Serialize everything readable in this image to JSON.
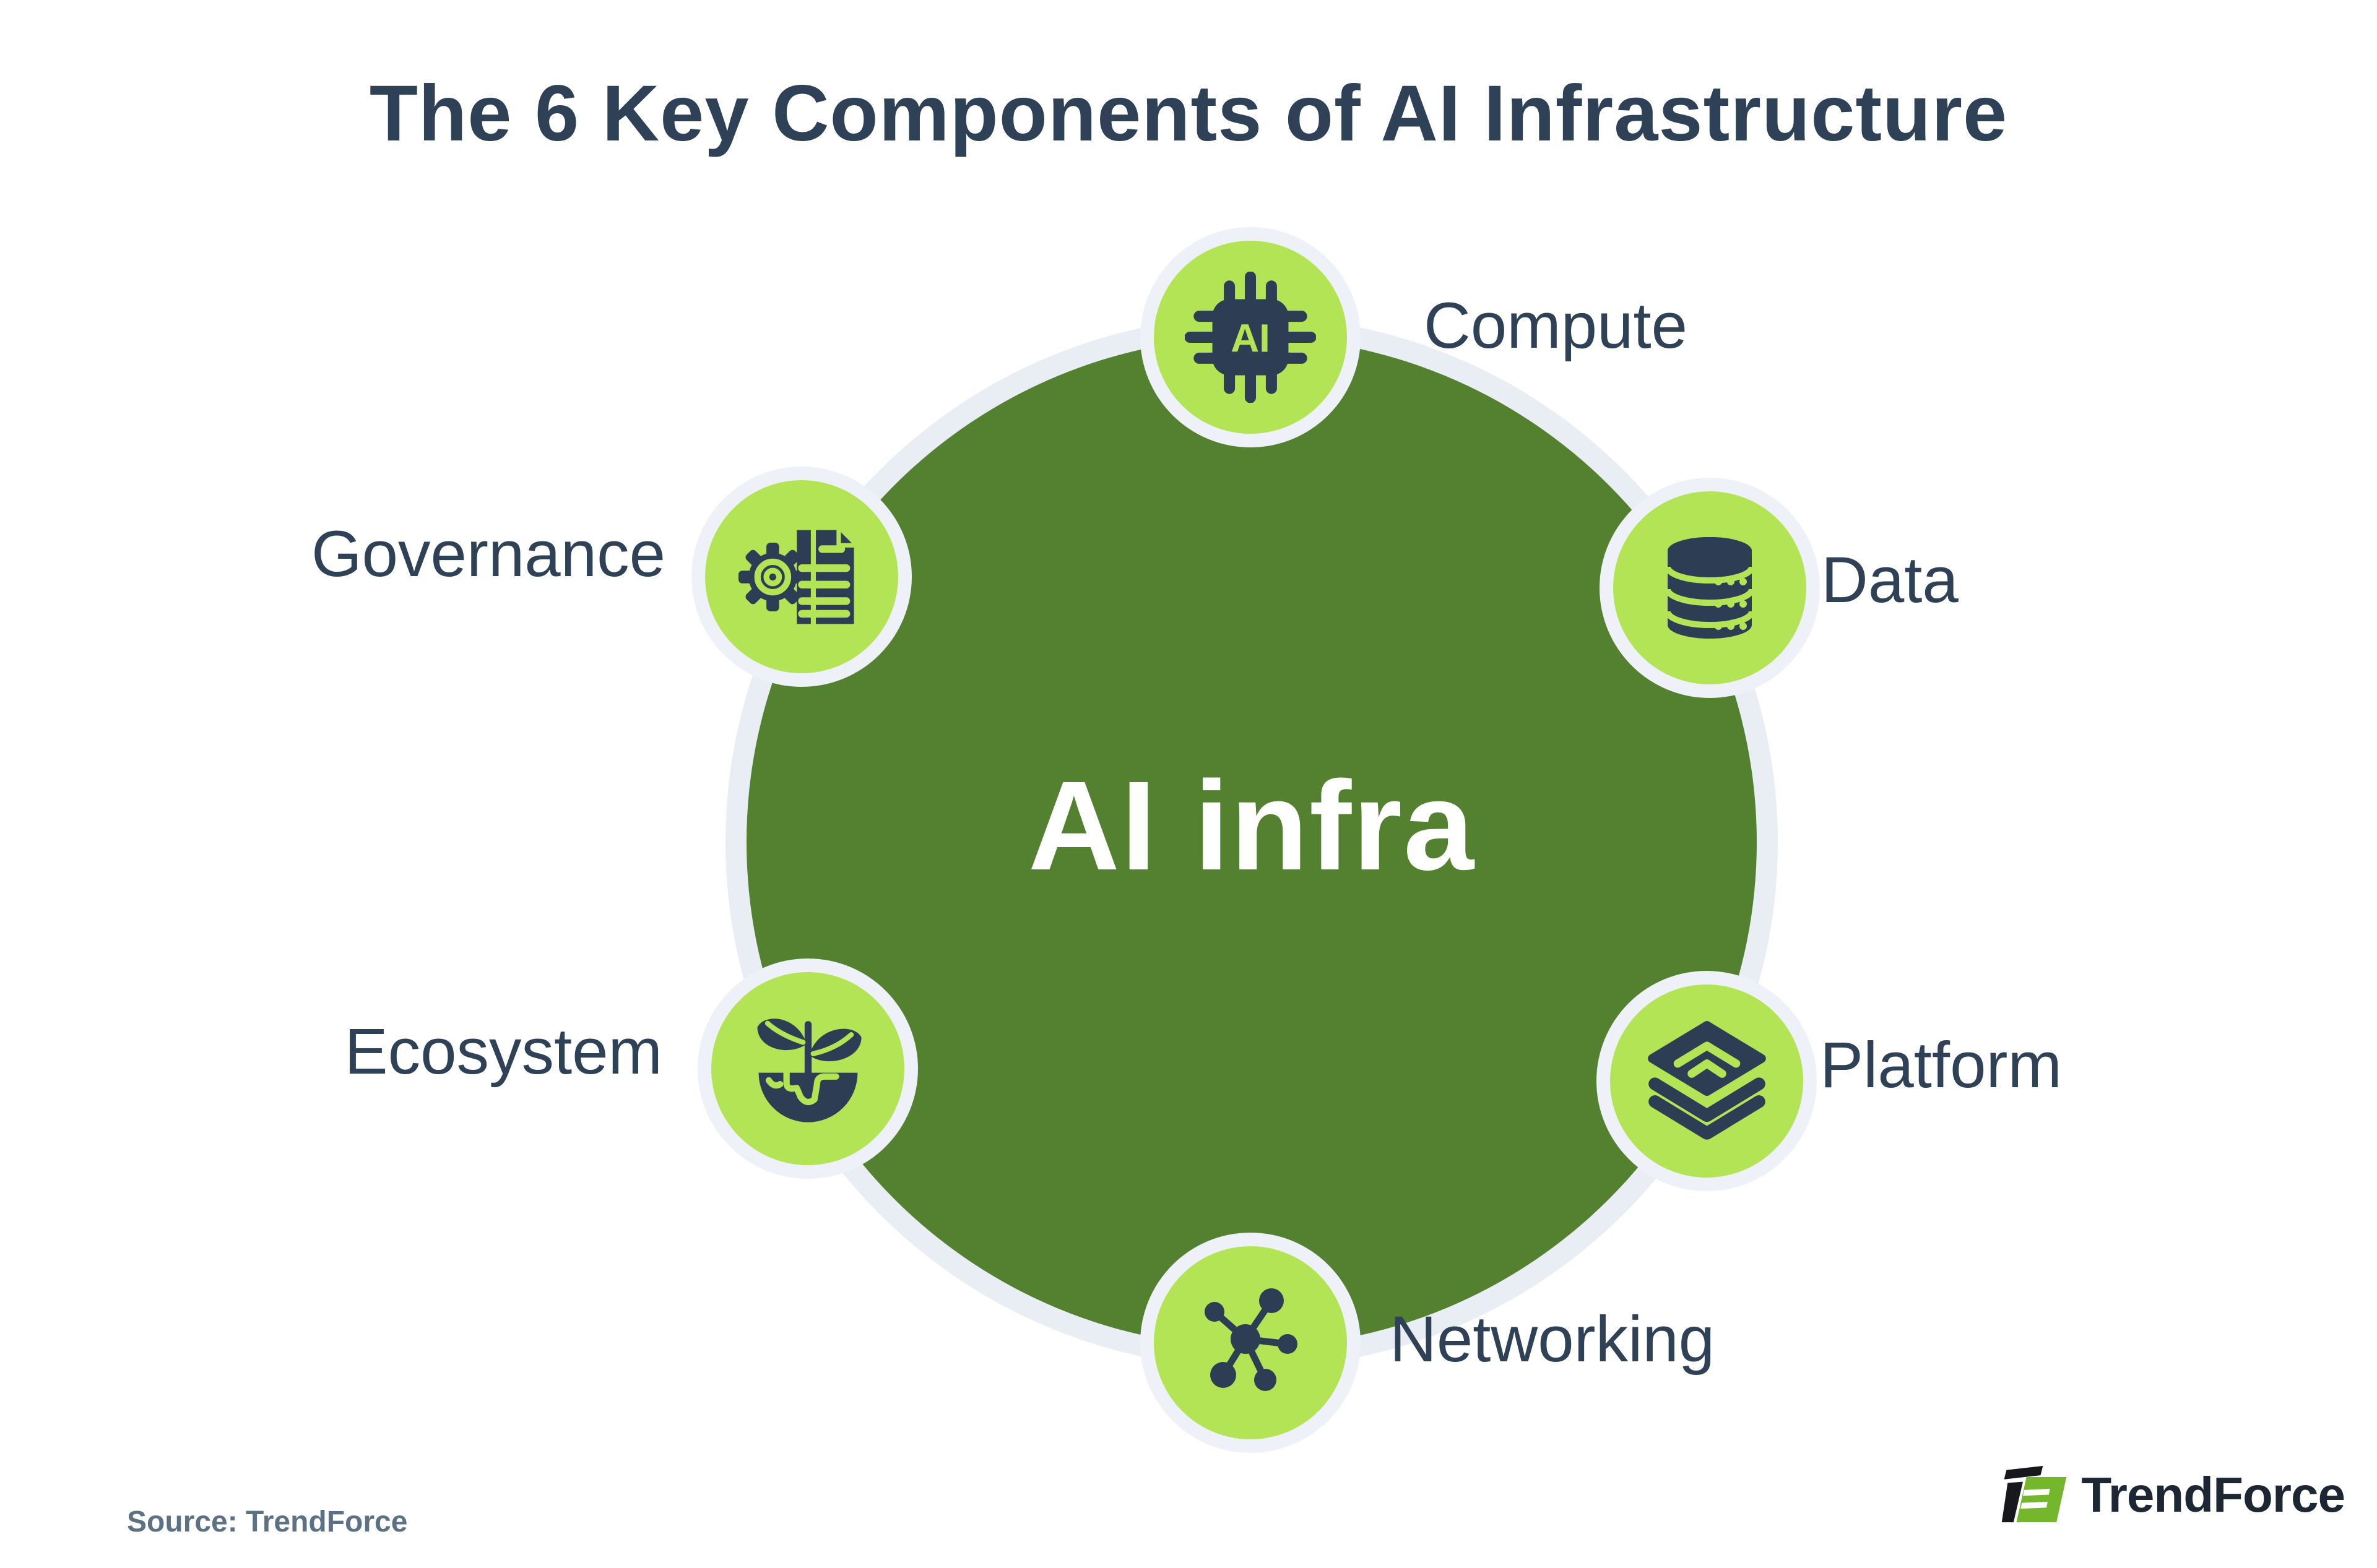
{
  "title": "The 6 Key Components of AI Infrastructure",
  "center_label": "AI infra",
  "chip_text": "AI",
  "components": [
    {
      "id": "compute",
      "label": "Compute",
      "icon": "ai-chip-icon",
      "label_side": "right"
    },
    {
      "id": "data",
      "label": "Data",
      "icon": "database-icon",
      "label_side": "right"
    },
    {
      "id": "platform",
      "label": "Platform",
      "icon": "layers-icon",
      "label_side": "right"
    },
    {
      "id": "networking",
      "label": "Networking",
      "icon": "network-nodes-icon",
      "label_side": "right"
    },
    {
      "id": "ecosystem",
      "label": "Ecosystem",
      "icon": "plant-globe-icon",
      "label_side": "left"
    },
    {
      "id": "governance",
      "label": "Governance",
      "icon": "gear-document-icon",
      "label_side": "left"
    }
  ],
  "source": {
    "text": "Source: TrendForce"
  },
  "brand": {
    "name": "TrendForce"
  },
  "colors": {
    "background": "#ffffff",
    "main_circle_green": "#53812f",
    "satellite_green": "#b3e456",
    "pale_ring": "#e9eef5",
    "icon_navy": "#2d3e54",
    "text_navy": "#2e4156",
    "source_slate": "#5d7185",
    "brand_green": "#74b62c",
    "brand_black": "#16181d"
  }
}
